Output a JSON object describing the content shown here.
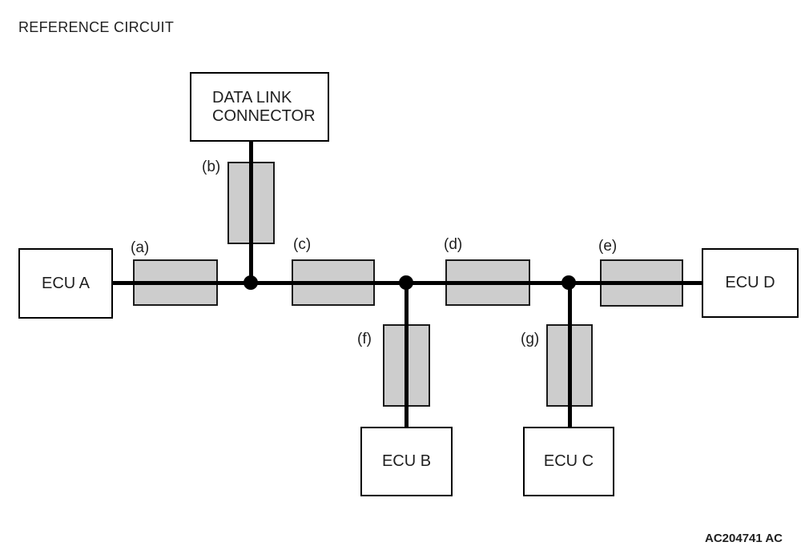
{
  "title": "REFERENCE CIRCUIT",
  "figure_code": "AC204741 AC",
  "boxes": {
    "data_link_connector": {
      "line1": "DATA LINK",
      "line2": "CONNECTOR"
    },
    "ecu_a": {
      "label": "ECU A"
    },
    "ecu_b": {
      "label": "ECU B"
    },
    "ecu_c": {
      "label": "ECU C"
    },
    "ecu_d": {
      "label": "ECU D"
    }
  },
  "segments": {
    "a": {
      "label": "(a)"
    },
    "b": {
      "label": "(b)"
    },
    "c": {
      "label": "(c)"
    },
    "d": {
      "label": "(d)"
    },
    "e": {
      "label": "(e)"
    },
    "f": {
      "label": "(f)"
    },
    "g": {
      "label": "(g)"
    }
  },
  "colors": {
    "segment_fill": "#cdcdcd",
    "segment_border": "#1a1a1a",
    "line": "#000000"
  }
}
